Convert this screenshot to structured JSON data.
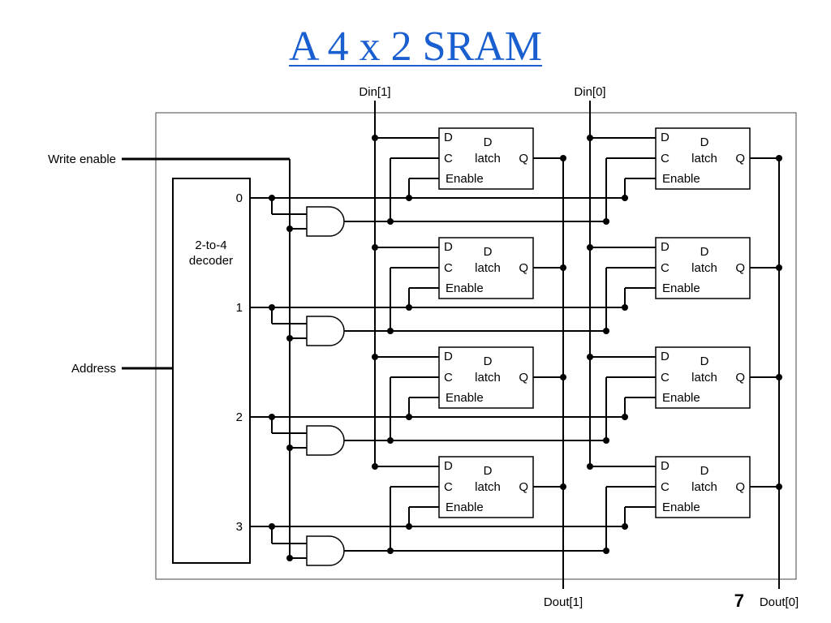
{
  "title": "A 4 x 2 SRAM",
  "slide_number": "7",
  "inputs": {
    "din1": "Din[1]",
    "din0": "Din[0]",
    "write_enable": "Write enable",
    "address": "Address"
  },
  "outputs": {
    "dout1": "Dout[1]",
    "dout0": "Dout[0]"
  },
  "decoder": {
    "label_line1": "2-to-4",
    "label_line2": "decoder",
    "outputs": [
      "0",
      "1",
      "2",
      "3"
    ]
  },
  "latch": {
    "d_pin": "D",
    "c_pin": "C",
    "q_pin": "Q",
    "enable_pin": "Enable",
    "name_line1": "D",
    "name_line2": "latch"
  }
}
